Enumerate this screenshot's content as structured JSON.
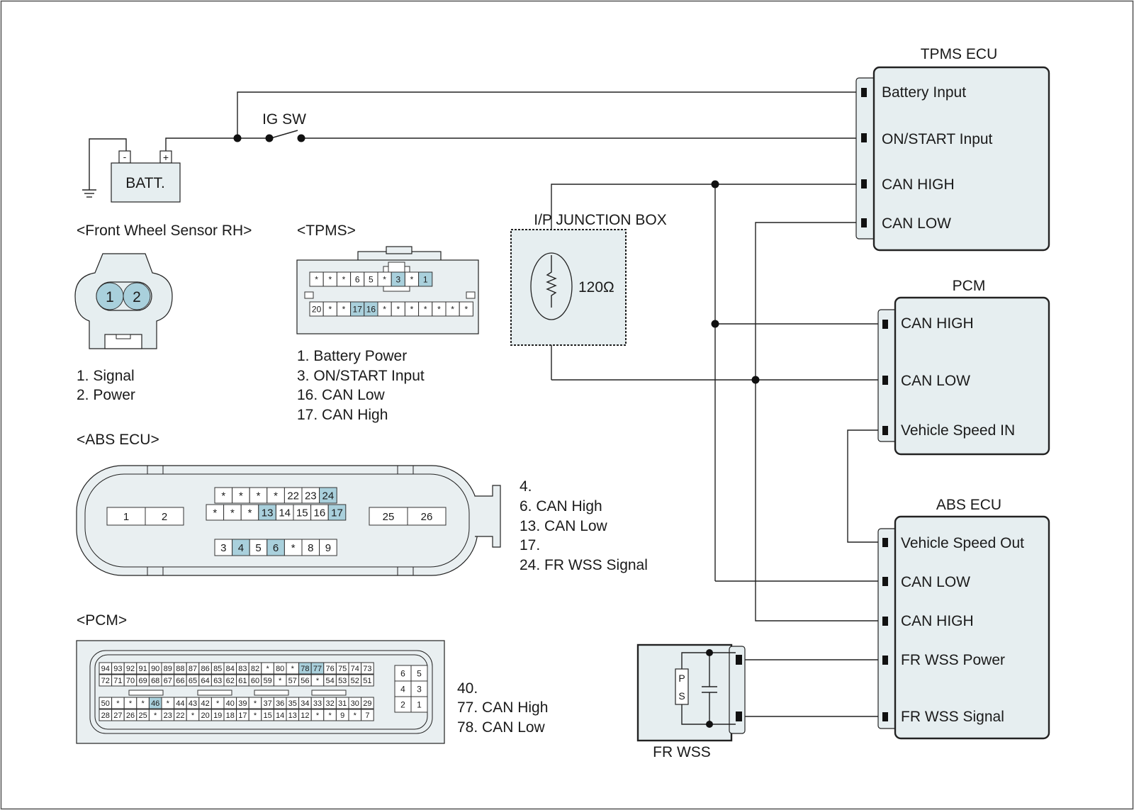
{
  "battery": {
    "label": "BATT.",
    "minus": "-",
    "plus": "+"
  },
  "ig_switch": {
    "label": "IG SW"
  },
  "junction_box": {
    "label": "I/P JUNCTION BOX",
    "resistor": "120Ω"
  },
  "modules": {
    "tpms_ecu": {
      "title": "TPMS ECU",
      "pins": [
        "Battery Input",
        "ON/START Input",
        "CAN HIGH",
        "CAN LOW"
      ]
    },
    "pcm": {
      "title": "PCM",
      "pins": [
        "CAN HIGH",
        "CAN LOW",
        "Vehicle Speed IN"
      ]
    },
    "abs_ecu": {
      "title": "ABS ECU",
      "pins": [
        "Vehicle Speed Out",
        "CAN LOW",
        "CAN HIGH",
        "FR WSS Power",
        "FR WSS Signal"
      ]
    },
    "fr_wss": {
      "title": "FR WSS",
      "p": "P",
      "s": "S"
    }
  },
  "connectors": {
    "front_wheel_sensor": {
      "title": "<Front Wheel Sensor RH>",
      "pins": [
        "1",
        "2"
      ],
      "legend": [
        "1. Signal",
        "2. Power"
      ]
    },
    "tpms": {
      "title": "<TPMS>",
      "row1": [
        "*",
        "*",
        "*",
        "6",
        "5",
        "*",
        "3",
        "*",
        "1"
      ],
      "row2": [
        "20",
        "*",
        "*",
        "17",
        "16",
        "*",
        "*",
        "*",
        "*",
        "*",
        "*",
        "*"
      ],
      "legend": [
        "1. Battery Power",
        "3. ON/START Input",
        "16. CAN Low",
        "17. CAN High"
      ]
    },
    "abs_ecu": {
      "title": "<ABS ECU>",
      "left": [
        "1",
        "2"
      ],
      "right": [
        "25",
        "26"
      ],
      "row_top": [
        "*",
        "*",
        "*",
        "*",
        "22",
        "23",
        "24"
      ],
      "row_mid": [
        "*",
        "*",
        "*",
        "13",
        "14",
        "15",
        "16",
        "17"
      ],
      "row_bot": [
        "3",
        "4",
        "5",
        "6",
        "*",
        "8",
        "9"
      ],
      "legend": [
        "4.",
        "6. CAN High",
        "13. CAN Low",
        "17.",
        "24. FR WSS Signal"
      ]
    },
    "pcm": {
      "title": "<PCM>",
      "row1": [
        "94",
        "93",
        "92",
        "91",
        "90",
        "89",
        "88",
        "87",
        "86",
        "85",
        "84",
        "83",
        "82",
        "*",
        "80",
        "*",
        "78",
        "77",
        "76",
        "75",
        "74",
        "73"
      ],
      "row2": [
        "72",
        "71",
        "70",
        "69",
        "68",
        "67",
        "66",
        "65",
        "64",
        "63",
        "62",
        "61",
        "60",
        "59",
        "*",
        "57",
        "56",
        "*",
        "54",
        "53",
        "52",
        "51"
      ],
      "row3": [
        "50",
        "*",
        "*",
        "*",
        "46",
        "*",
        "44",
        "43",
        "42",
        "*",
        "40",
        "39",
        "*",
        "37",
        "36",
        "35",
        "34",
        "33",
        "32",
        "31",
        "30",
        "29"
      ],
      "row4": [
        "28",
        "27",
        "26",
        "25",
        "*",
        "23",
        "22",
        "*",
        "20",
        "19",
        "18",
        "17",
        "*",
        "15",
        "14",
        "13",
        "12",
        "*",
        "*",
        "9",
        "*",
        "7"
      ],
      "side": [
        [
          "6",
          "5"
        ],
        [
          "4",
          "3"
        ],
        [
          "2",
          "1"
        ]
      ],
      "legend": [
        "40.",
        "77. CAN High",
        "78. CAN Low"
      ]
    }
  }
}
